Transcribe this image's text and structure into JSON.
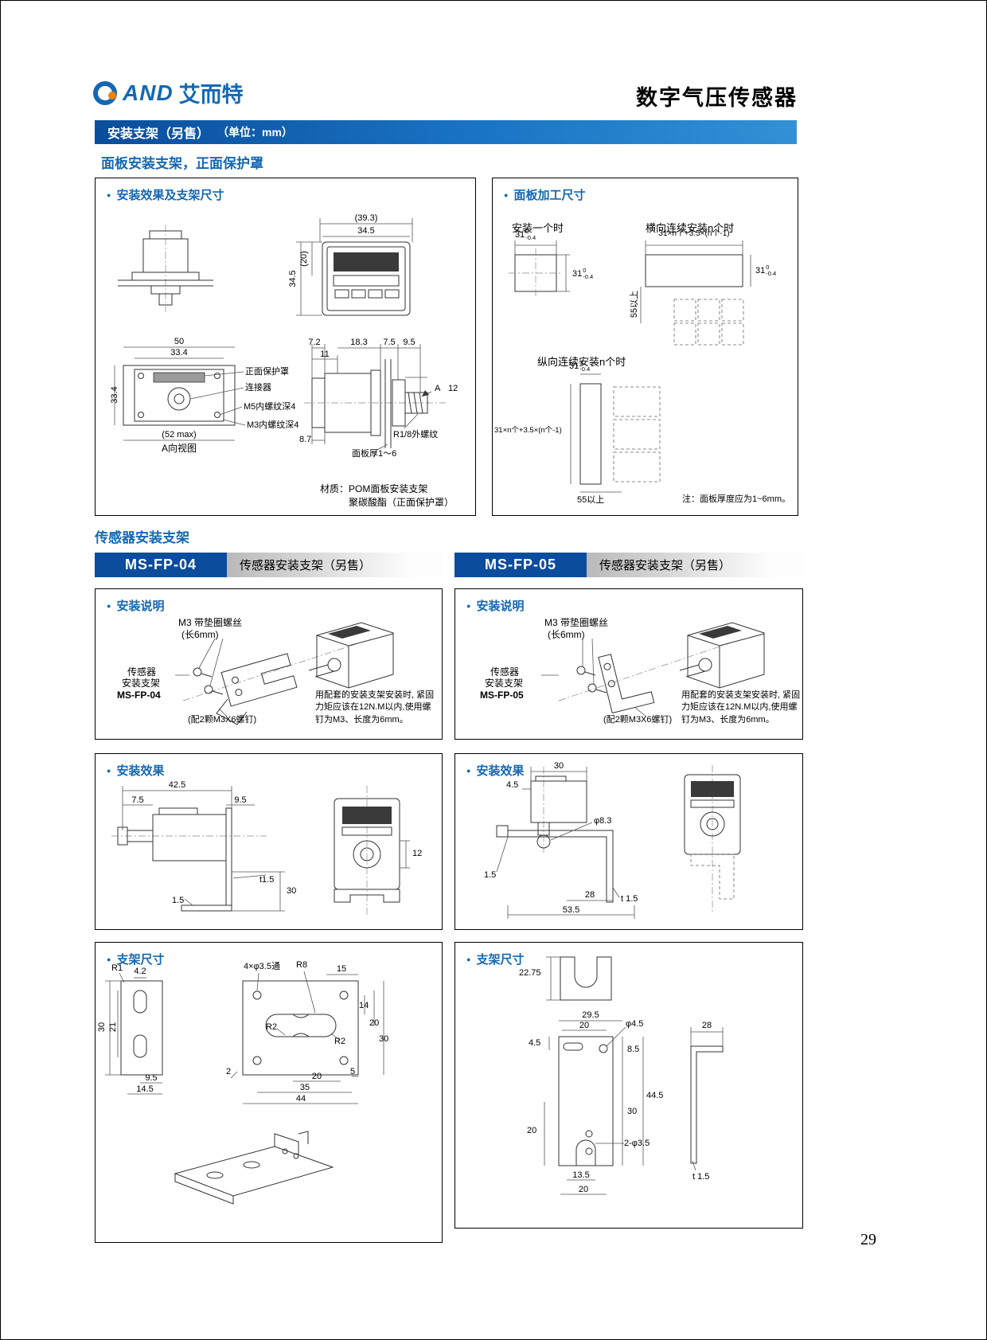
{
  "colors": {
    "accent_blue": "#1468b3",
    "band_blue": "#0c4c9c",
    "banner_blue": "#1a74c4"
  },
  "header": {
    "logo_text": "AND",
    "logo_cn": "艾而特",
    "title": "数字气压传感器"
  },
  "banner": {
    "title": "安装支架（另售）",
    "unit": "（单位：mm）"
  },
  "page_number": "29",
  "panel_section": {
    "heading": "面板安装支架，正面保护罩",
    "left": {
      "title": "安装效果及支架尺寸",
      "front_w_outer": "(39.3)",
      "front_w": "34.5",
      "front_h": "34.5",
      "front_h2": "(20)",
      "rear_w": "50",
      "rear_w2": "33.4",
      "rear_h": "33.4",
      "rear_max": "(52 max)",
      "rear_view": "A向视图",
      "lbl_protector": "正面保护罩",
      "lbl_connector": "连接器",
      "lbl_m5": "M5内螺纹深4",
      "lbl_m3": "M3内螺纹深4",
      "s_72": "7.2",
      "s_11": "11",
      "s_183": "18.3",
      "s_75": "7.5",
      "s_95": "9.5",
      "s_a": "A",
      "s_12": "12",
      "s_thread": "R1/8外螺纹",
      "s_87": "8.7",
      "s_panel": "面板厚1～6",
      "mat_label": "材质：",
      "mat_1": "POM面板安装支架",
      "mat_2": "聚碳酸酯（正面保护罩）"
    },
    "right": {
      "title": "面板加工尺寸",
      "single": "安装一个时",
      "horiz": "横向连续安装n个时",
      "vert": "纵向连续安装n个时",
      "tol_main": "31",
      "tol_up": "0",
      "tol_dn": "-0.4",
      "formula": "31×n个+3.5×(n个-1)",
      "min55": "55以上",
      "note": "注：面板厚度应为1~6mm。"
    }
  },
  "sensor_section": {
    "heading": "传感器安装支架",
    "fp04": {
      "model": "MS-FP-04",
      "subtitle": "传感器安装支架（另售）",
      "install_title": "安装说明",
      "screw_l1": "M3 带垫圈螺丝",
      "screw_l2": "(长6mm)",
      "br_l1": "传感器",
      "br_l2": "安装支架",
      "br_l3": "MS-FP-04",
      "qty_note": "(配2颗M3X6螺钉)",
      "torque_note": "用配套的安装支架安装时, 紧固力矩应该在12N.M以内,使用螺钉为M3、长度为6mm。",
      "effect_title": "安装效果",
      "e_425": "42.5",
      "e_75": "7.5",
      "e_95": "9.5",
      "e_12": "12",
      "e_t15": "t1.5",
      "e_30": "30",
      "e_15": "1.5",
      "dims_title": "支架尺寸",
      "d_r1": "R1",
      "d_42": "4.2",
      "d_holes": "4×φ3.5通",
      "d_r8": "R8",
      "d_15": "15",
      "d_30l": "30",
      "d_21": "21",
      "d_14": "14",
      "d_20r": "20",
      "d_30r": "30",
      "d_r2a": "R2",
      "d_r2b": "R2",
      "d_95": "9.5",
      "d_2": "2",
      "d_20b": "20",
      "d_5": "5",
      "d_145": "14.5",
      "d_35": "35",
      "d_44": "44"
    },
    "fp05": {
      "model": "MS-FP-05",
      "subtitle": "传感器安装支架（另售）",
      "install_title": "安装说明",
      "screw_l1": "M3 带垫圈螺丝",
      "screw_l2": "(长6mm)",
      "br_l1": "传感器",
      "br_l2": "安装支架",
      "br_l3": "MS-FP-05",
      "qty_note": "(配2颗M3X6螺钉)",
      "torque_note": "用配套的安装支架安装时, 紧固力矩应该在12N.M以内,使用螺钉为M3、长度为6mm。",
      "effect_title": "安装效果",
      "e_30": "30",
      "e_45": "4.5",
      "e_d83": "φ8.3",
      "e_15": "1.5",
      "e_28": "28",
      "e_t15": "t 1.5",
      "e_535": "53.5",
      "dims_title": "支架尺寸",
      "d_2275": "22.75",
      "d_295": "29.5",
      "d_20t": "20",
      "d_d45": "φ4.5",
      "d_28": "28",
      "d_45": "4.5",
      "d_85": "8.5",
      "d_445": "44.5",
      "d_30": "30",
      "d_20l": "20",
      "d_2d35": "2-φ3.5",
      "d_t15": "t 1.5",
      "d_135": "13.5",
      "d_20b": "20"
    }
  }
}
